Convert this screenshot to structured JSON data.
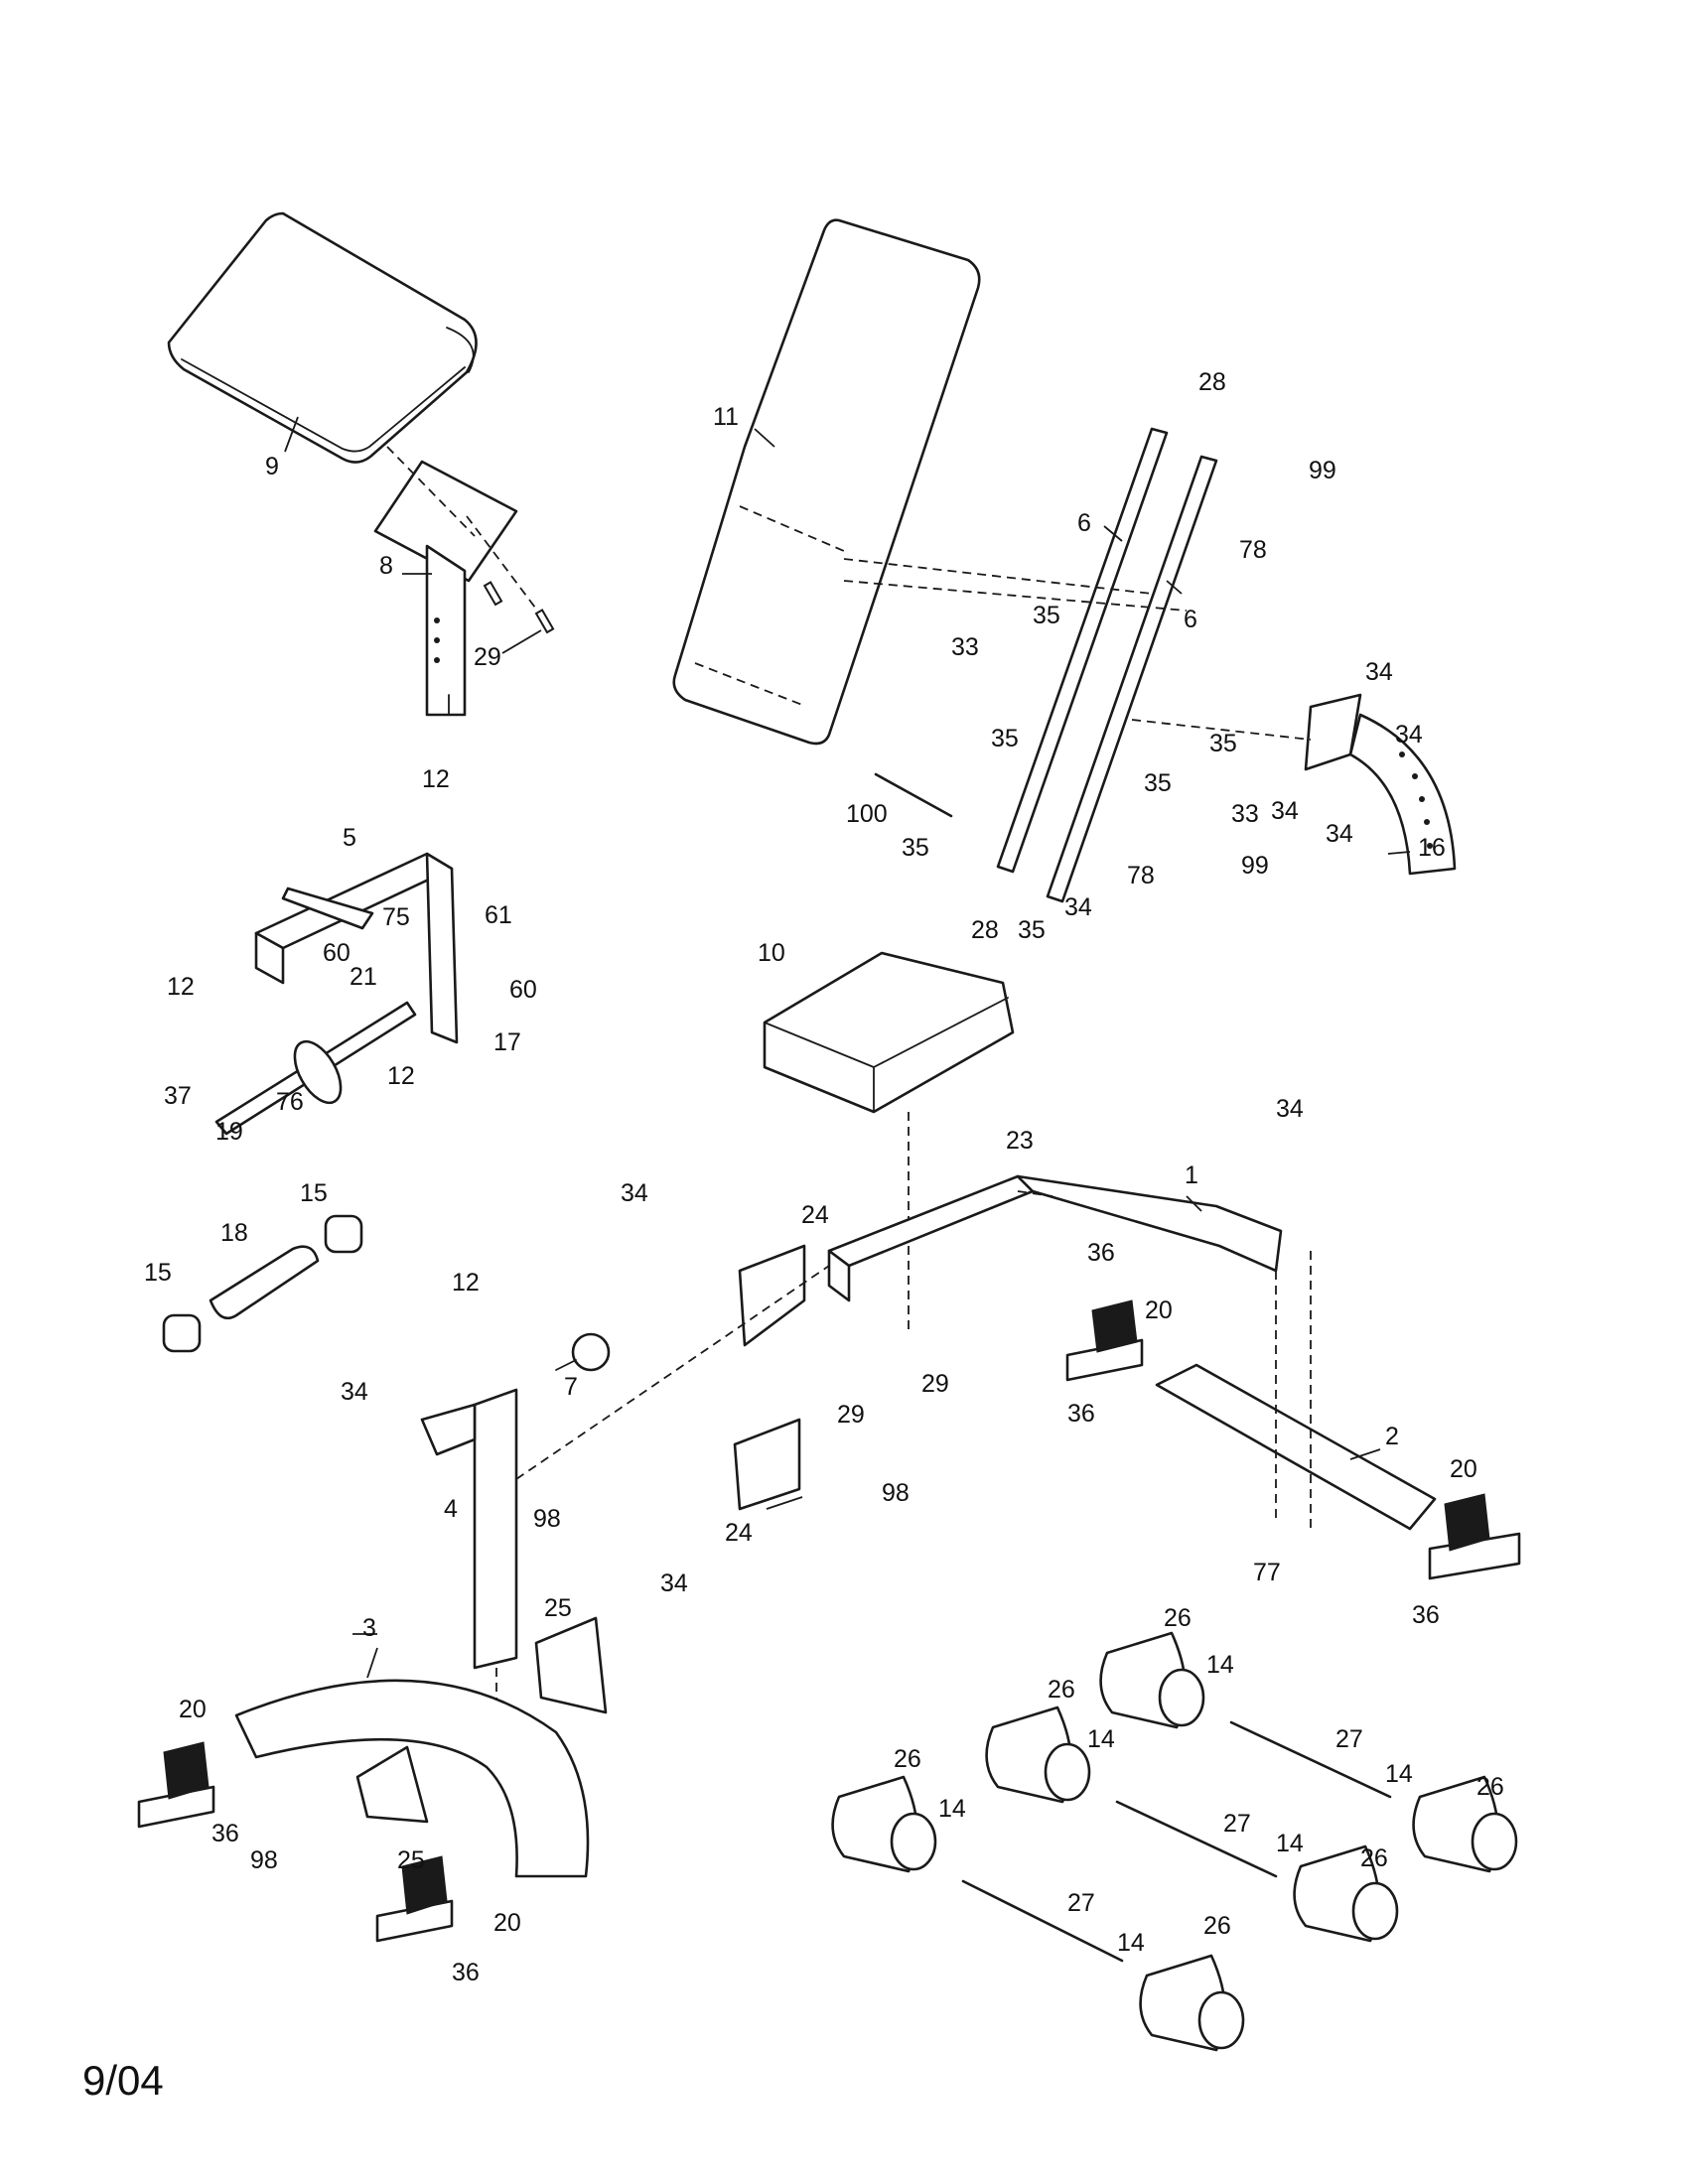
{
  "date_code": "9/04",
  "callouts": {
    "c1": "1",
    "c2": "2",
    "c3": "3",
    "c4": "4",
    "c5": "5",
    "c6a": "6",
    "c6b": "6",
    "c7": "7",
    "c8": "8",
    "c9": "9",
    "c10": "10",
    "c11": "11",
    "c12a": "12",
    "c12b": "12",
    "c12c": "12",
    "c12d": "12",
    "c14a": "14",
    "c14b": "14",
    "c14c": "14",
    "c14d": "14",
    "c14e": "14",
    "c14f": "14",
    "c15a": "15",
    "c15b": "15",
    "c16": "16",
    "c17": "17",
    "c18": "18",
    "c19": "19",
    "c20a": "20",
    "c20b": "20",
    "c20c": "20",
    "c20d": "20",
    "c21": "21",
    "c23": "23",
    "c24a": "24",
    "c24b": "24",
    "c25a": "25",
    "c25b": "25",
    "c26a": "26",
    "c26b": "26",
    "c26c": "26",
    "c26d": "26",
    "c26e": "26",
    "c26f": "26",
    "c27a": "27",
    "c27b": "27",
    "c27c": "27",
    "c28a": "28",
    "c28b": "28",
    "c29a": "29",
    "c29b": "29",
    "c29c": "29",
    "c33a": "33",
    "c33b": "33",
    "c34a": "34",
    "c34b": "34",
    "c34c": "34",
    "c34d": "34",
    "c34e": "34",
    "c34f": "34",
    "c34g": "34",
    "c34h": "34",
    "c34i": "34",
    "c35a": "35",
    "c35b": "35",
    "c35c": "35",
    "c35d": "35",
    "c35e": "35",
    "c35f": "35",
    "c36a": "36",
    "c36b": "36",
    "c36c": "36",
    "c36d": "36",
    "c36e": "36",
    "c37": "37",
    "c60a": "60",
    "c60b": "60",
    "c61": "61",
    "c75": "75",
    "c76": "76",
    "c77": "77",
    "c78a": "78",
    "c78b": "78",
    "c98a": "98",
    "c98b": "98",
    "c98c": "98",
    "c99a": "99",
    "c99b": "99",
    "c100": "100"
  }
}
